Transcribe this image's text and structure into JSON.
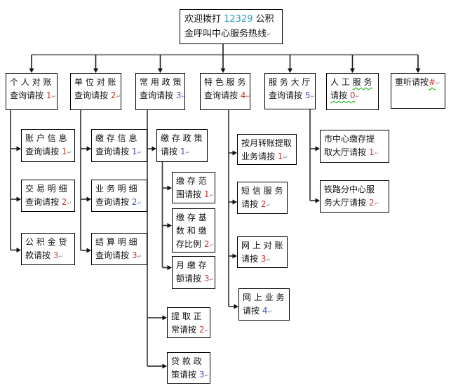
{
  "colors": {
    "accent_number": "#2e9ac4",
    "digit_red": "#c53b2c",
    "digit_blue": "#4a50c8",
    "mark_gray": "#8fa0a8",
    "wavy_green": "#00a800",
    "gray_line": "#8f8f8f"
  },
  "nodes": {
    "top": {
      "name": "hotline-welcome",
      "lines": [
        [
          {
            "t": "欢迎拨打 "
          },
          {
            "t": "12329",
            "c": "ac"
          },
          {
            "t": " 公积"
          }
        ],
        [
          {
            "t": "金呼叫中心服务热线"
          },
          {
            "t": "↵",
            "c": "mk"
          }
        ]
      ]
    },
    "b1": {
      "name": "personal-reconciliation",
      "lines": [
        [
          {
            "t": "个 人 对 账"
          }
        ],
        [
          {
            "t": "查询请按 "
          },
          {
            "t": "1",
            "c": "nr"
          },
          {
            "t": "↵",
            "c": "mk"
          }
        ]
      ]
    },
    "b2": {
      "name": "unit-reconciliation",
      "lines": [
        [
          {
            "t": "单 位 对 账"
          }
        ],
        [
          {
            "t": "查询请按 "
          },
          {
            "t": "2",
            "c": "nr"
          },
          {
            "t": "↵",
            "c": "mk"
          }
        ]
      ]
    },
    "b3": {
      "name": "common-policy",
      "lines": [
        [
          {
            "t": "常 用 政 策"
          }
        ],
        [
          {
            "t": "查询请按 "
          },
          {
            "t": "3",
            "c": "nb"
          },
          {
            "t": "↵",
            "c": "mk"
          }
        ]
      ]
    },
    "b4": {
      "name": "featured-services",
      "lines": [
        [
          {
            "t": "特 色 服 务"
          }
        ],
        [
          {
            "t": "查询请按 "
          },
          {
            "t": "4",
            "c": "nr"
          },
          {
            "t": "↵",
            "c": "mk"
          }
        ]
      ]
    },
    "b5": {
      "name": "service-hall",
      "lines": [
        [
          {
            "t": "服 务 大 厅"
          }
        ],
        [
          {
            "t": "查询请按 "
          },
          {
            "t": "5",
            "c": "nb"
          },
          {
            "t": "↵",
            "c": "mk"
          }
        ]
      ]
    },
    "b6": {
      "name": "manual-service",
      "lines": [
        [
          {
            "t": "人 工 "
          },
          {
            "t": "服 务",
            "c": "wv"
          }
        ],
        [
          {
            "t": "请按 ",
            "c": "wv"
          },
          {
            "t": "0",
            "c": "nr wv"
          },
          {
            "t": "↵",
            "c": "mk"
          }
        ]
      ]
    },
    "b7": {
      "name": "replay",
      "lines": [
        [
          {
            "t": "重听请按"
          },
          {
            "t": "#",
            "c": "nr wv"
          },
          {
            "t": "↵",
            "c": "mk"
          }
        ]
      ]
    },
    "c1_1": {
      "name": "account-info",
      "lines": [
        [
          {
            "t": "账 户 信 息"
          }
        ],
        [
          {
            "t": "查询请按 "
          },
          {
            "t": "1",
            "c": "nr"
          },
          {
            "t": "↵",
            "c": "mk"
          }
        ]
      ]
    },
    "c1_2": {
      "name": "transaction-detail",
      "lines": [
        [
          {
            "t": "交 易 明 细"
          }
        ],
        [
          {
            "t": "查询请按 "
          },
          {
            "t": "2",
            "c": "nr"
          },
          {
            "t": "↵",
            "c": "mk"
          }
        ]
      ]
    },
    "c1_3": {
      "name": "fund-loan",
      "lines": [
        [
          {
            "t": "公 积 金 贷"
          }
        ],
        [
          {
            "t": "款请按 "
          },
          {
            "t": "3",
            "c": "nr"
          },
          {
            "t": "↵",
            "c": "mk"
          }
        ]
      ]
    },
    "c2_1": {
      "name": "deposit-info",
      "lines": [
        [
          {
            "t": "缴 存 信 息"
          }
        ],
        [
          {
            "t": "查询请按 "
          },
          {
            "t": "1",
            "c": "nb"
          },
          {
            "t": "↵",
            "c": "mk"
          }
        ]
      ]
    },
    "c2_2": {
      "name": "business-detail",
      "lines": [
        [
          {
            "t": "业 务 明 细"
          }
        ],
        [
          {
            "t": "查询请按 "
          },
          {
            "t": "2",
            "c": "nb"
          },
          {
            "t": "↵",
            "c": "mk"
          }
        ]
      ]
    },
    "c2_3": {
      "name": "settlement-detail",
      "lines": [
        [
          {
            "t": "结 算 明 细"
          }
        ],
        [
          {
            "t": "查询请按 "
          },
          {
            "t": "3",
            "c": "nr"
          },
          {
            "t": "↵",
            "c": "mk"
          }
        ]
      ]
    },
    "c3_1": {
      "name": "deposit-policy",
      "lines": [
        [
          {
            "t": "缴 存 政 策"
          }
        ],
        [
          {
            "t": "请按 "
          },
          {
            "t": "1",
            "c": "nb"
          },
          {
            "t": "↵",
            "c": "mk"
          }
        ]
      ]
    },
    "c3_1a": {
      "name": "deposit-scope",
      "lines": [
        [
          {
            "t": "缴 存 范"
          }
        ],
        [
          {
            "t": "围请按 "
          },
          {
            "t": "1",
            "c": "nr"
          },
          {
            "t": "↵",
            "c": "mk"
          }
        ]
      ]
    },
    "c3_1b": {
      "name": "deposit-base-and-ratio",
      "lines": [
        [
          {
            "t": "缴 存 基"
          }
        ],
        [
          {
            "t": "数 和 缴"
          }
        ],
        [
          {
            "t": "存比例 "
          },
          {
            "t": "2",
            "c": "nr"
          },
          {
            "t": "↵",
            "c": "mk"
          }
        ]
      ]
    },
    "c3_1c": {
      "name": "monthly-deposit-amount",
      "lines": [
        [
          {
            "t": "月 缴 存"
          }
        ],
        [
          {
            "t": "额请按 "
          },
          {
            "t": "3",
            "c": "nr"
          },
          {
            "t": "↵",
            "c": "mk"
          }
        ]
      ]
    },
    "c3_2": {
      "name": "withdrawal-normal",
      "lines": [
        [
          {
            "t": "提 取 正"
          }
        ],
        [
          {
            "t": "常请按 "
          },
          {
            "t": "2",
            "c": "nr"
          },
          {
            "t": "↵",
            "c": "mk"
          }
        ]
      ]
    },
    "c3_3": {
      "name": "loan-policy",
      "lines": [
        [
          {
            "t": "贷 款 政"
          }
        ],
        [
          {
            "t": "策请按 "
          },
          {
            "t": "3",
            "c": "nb"
          },
          {
            "t": "↵",
            "c": "mk"
          }
        ]
      ]
    },
    "c4_1": {
      "name": "monthly-transfer-withdrawal",
      "lines": [
        [
          {
            "t": "按月转账提取"
          }
        ],
        [
          {
            "t": "业务请按 "
          },
          {
            "t": "1",
            "c": "nr"
          },
          {
            "t": "↵",
            "c": "mk"
          }
        ]
      ]
    },
    "c4_2": {
      "name": "sms-service",
      "lines": [
        [
          {
            "t": "短 信 服 务"
          }
        ],
        [
          {
            "t": "请按 "
          },
          {
            "t": "2",
            "c": "nr"
          },
          {
            "t": "↵",
            "c": "mk"
          }
        ]
      ]
    },
    "c4_3": {
      "name": "online-reconciliation",
      "lines": [
        [
          {
            "t": "网 上 对 账"
          }
        ],
        [
          {
            "t": "请按 "
          },
          {
            "t": "3",
            "c": "nr"
          },
          {
            "t": "↵",
            "c": "mk"
          }
        ]
      ]
    },
    "c4_4": {
      "name": "online-business",
      "lines": [
        [
          {
            "t": "网 上 业 务"
          }
        ],
        [
          {
            "t": "请按 "
          },
          {
            "t": "4",
            "c": "nb"
          },
          {
            "t": "↵",
            "c": "mk"
          }
        ]
      ]
    },
    "c5_1": {
      "name": "city-center-hall",
      "lines": [
        [
          {
            "t": "市中心缴存提"
          }
        ],
        [
          {
            "t": "取大厅请按 "
          },
          {
            "t": "1",
            "c": "nr"
          },
          {
            "t": "↵",
            "c": "mk"
          }
        ]
      ]
    },
    "c5_2": {
      "name": "railway-branch-hall",
      "lines": [
        [
          {
            "t": "铁路分中心服"
          }
        ],
        [
          {
            "t": "务大厅请按 "
          },
          {
            "t": "2",
            "c": "nr"
          },
          {
            "t": "↵",
            "c": "mk"
          }
        ]
      ]
    }
  }
}
